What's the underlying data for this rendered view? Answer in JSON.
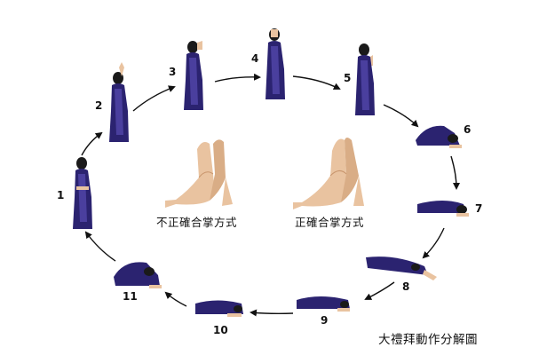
{
  "steps": [
    {
      "label": "1",
      "pose": "standing-palms-down"
    },
    {
      "label": "2",
      "pose": "standing-hands-raised"
    },
    {
      "label": "3",
      "pose": "standing-hands-at-face"
    },
    {
      "label": "4",
      "pose": "standing-hands-at-forehead"
    },
    {
      "label": "5",
      "pose": "standing-hands-at-chest"
    },
    {
      "label": "6",
      "pose": "kneeling-bow"
    },
    {
      "label": "7",
      "pose": "prostrate"
    },
    {
      "label": "8",
      "pose": "prostrate-arms-extended"
    },
    {
      "label": "9",
      "pose": "prostrate"
    },
    {
      "label": "10",
      "pose": "prostrate"
    },
    {
      "label": "11",
      "pose": "kneeling-rising"
    }
  ],
  "hands": {
    "incorrect_caption": "不正確合掌方式",
    "correct_caption": "正確合掌方式"
  },
  "diagram_title": "大禮拜動作分解圖",
  "colors": {
    "robe": "#2b2370",
    "robe_highlight": "#4a3f9e",
    "skin": "#e9c3a0",
    "skin_shadow": "#c8956c",
    "hair": "#1a1a1a",
    "arrow": "#111111"
  }
}
